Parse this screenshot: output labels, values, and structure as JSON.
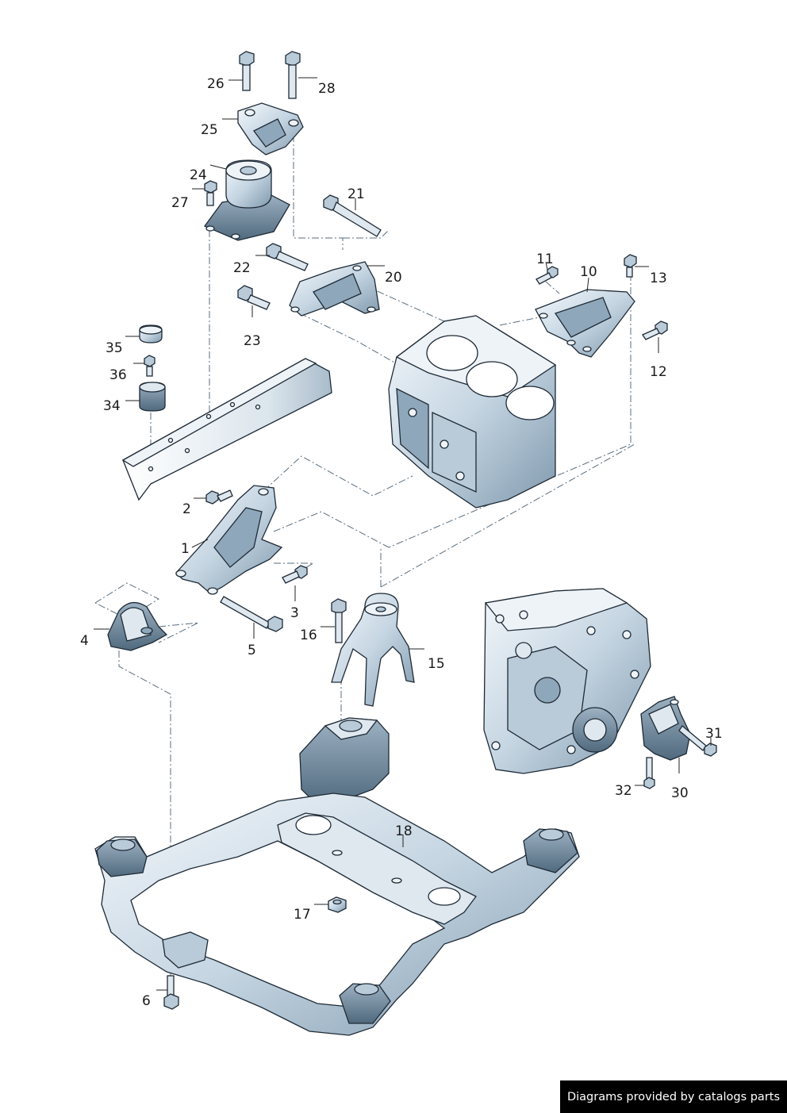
{
  "callouts": [
    {
      "id": "1",
      "label": "1"
    },
    {
      "id": "2",
      "label": "2"
    },
    {
      "id": "3",
      "label": "3"
    },
    {
      "id": "4",
      "label": "4"
    },
    {
      "id": "5",
      "label": "5"
    },
    {
      "id": "6",
      "label": "6"
    },
    {
      "id": "10",
      "label": "10"
    },
    {
      "id": "11",
      "label": "11"
    },
    {
      "id": "12",
      "label": "12"
    },
    {
      "id": "13",
      "label": "13"
    },
    {
      "id": "15",
      "label": "15"
    },
    {
      "id": "16",
      "label": "16"
    },
    {
      "id": "17",
      "label": "17"
    },
    {
      "id": "18",
      "label": "18"
    },
    {
      "id": "20",
      "label": "20"
    },
    {
      "id": "21",
      "label": "21"
    },
    {
      "id": "22",
      "label": "22"
    },
    {
      "id": "23",
      "label": "23"
    },
    {
      "id": "24",
      "label": "24"
    },
    {
      "id": "25",
      "label": "25"
    },
    {
      "id": "26",
      "label": "26"
    },
    {
      "id": "27",
      "label": "27"
    },
    {
      "id": "28",
      "label": "28"
    },
    {
      "id": "30",
      "label": "30"
    },
    {
      "id": "31",
      "label": "31"
    },
    {
      "id": "32",
      "label": "32"
    },
    {
      "id": "34",
      "label": "34"
    },
    {
      "id": "35",
      "label": "35"
    },
    {
      "id": "36",
      "label": "36"
    }
  ],
  "footer": {
    "credit": "Diagrams provided by catalogs parts"
  }
}
